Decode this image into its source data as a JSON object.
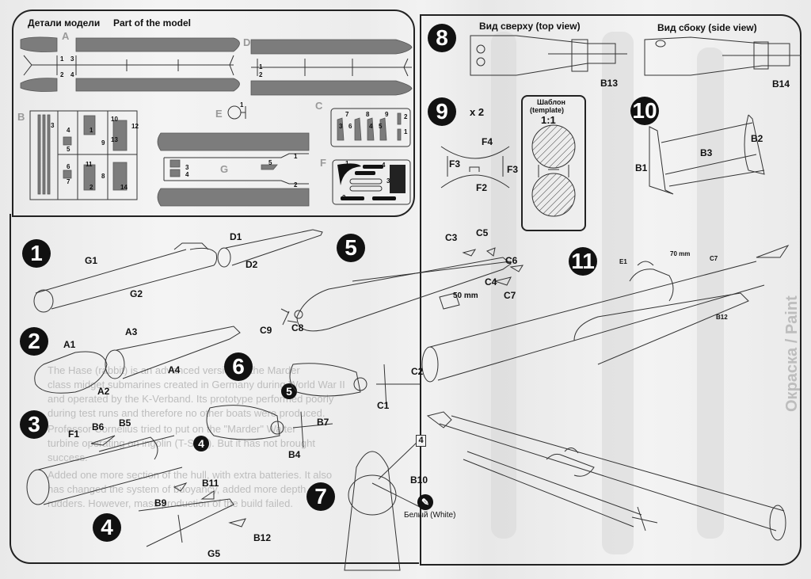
{
  "parts_panel": {
    "title_ru": "Детали модели",
    "title_en": "Part of the model",
    "sprues": {
      "A": {
        "label": "A",
        "parts": [
          "1",
          "2",
          "3",
          "4"
        ]
      },
      "D": {
        "label": "D",
        "parts": [
          "1",
          "2"
        ]
      },
      "B": {
        "label": "B",
        "parts": [
          "1",
          "2",
          "3",
          "4",
          "5",
          "6",
          "7",
          "8",
          "9",
          "10",
          "11",
          "12",
          "13",
          "14"
        ]
      },
      "E": {
        "label": "E",
        "parts": [
          "1"
        ]
      },
      "C": {
        "label": "C",
        "parts": [
          "1",
          "2",
          "3",
          "4",
          "5",
          "6",
          "7",
          "8",
          "9"
        ]
      },
      "G": {
        "label": "G",
        "parts": [
          "1",
          "2",
          "3",
          "4",
          "5"
        ]
      },
      "F": {
        "label": "F",
        "parts": [
          "1",
          "2",
          "3",
          "4"
        ]
      }
    }
  },
  "steps": {
    "s1": {
      "number": "1",
      "parts": [
        "D1",
        "D2",
        "G1",
        "G2"
      ]
    },
    "s2": {
      "number": "2",
      "parts": [
        "A1",
        "A2",
        "A3",
        "A4"
      ]
    },
    "s3": {
      "number": "3",
      "parts": [
        "B6",
        "B5",
        "F1"
      ]
    },
    "s4": {
      "number": "4",
      "parts": [
        "B11",
        "B9",
        "B12",
        "G5"
      ]
    },
    "s5": {
      "number": "5",
      "parts": [
        "C3",
        "C5",
        "C6",
        "C4",
        "C7",
        "C9",
        "C8"
      ],
      "dimension": "50 mm"
    },
    "s6": {
      "number": "6",
      "sub_a": "5",
      "sub_b": "4",
      "parts": [
        "C2",
        "C1",
        "B7",
        "B4"
      ]
    },
    "s7": {
      "number": "7",
      "ref_box": "4",
      "parts": [
        "B10"
      ],
      "paint_label": "Белый (White)"
    },
    "s8": {
      "number": "8",
      "top_view": "Вид сверху (top view)",
      "side_view": "Вид сбоку (side view)",
      "parts": [
        "B13",
        "B14"
      ]
    },
    "s9": {
      "number": "9",
      "multiplier": "x 2",
      "parts": [
        "F4",
        "F3",
        "F3",
        "F2"
      ],
      "template_title": "Шаблон",
      "template_sub": "(template)",
      "template_scale": "1:1"
    },
    "s10": {
      "number": "10",
      "parts": [
        "B2",
        "B3",
        "B1"
      ]
    },
    "s11": {
      "number": "11",
      "parts": [
        "E1",
        "C7",
        "B12"
      ],
      "dimension": "70 mm"
    }
  },
  "bleed_through": {
    "lines": [
      "The Hase (rabbit) is an advanced version of the Marder",
      "class midget submarines created in Germany during World War II",
      "and operated by the K-Verband. Its prototype performed poorly",
      "during test runs and therefore no other boats were produced.",
      "Professor Cornelius tried to put on the \"Marder\" Walter",
      "turbine operating on ingolin (T-Stoff). But it has not brought",
      "success.",
      "Added one more section of the hull, with extra batteries. It also",
      "has changed the system of buoyancy, added more depth",
      "rudders. However, mass production of the build failed."
    ],
    "paint_title": "Окраска / Paint"
  }
}
